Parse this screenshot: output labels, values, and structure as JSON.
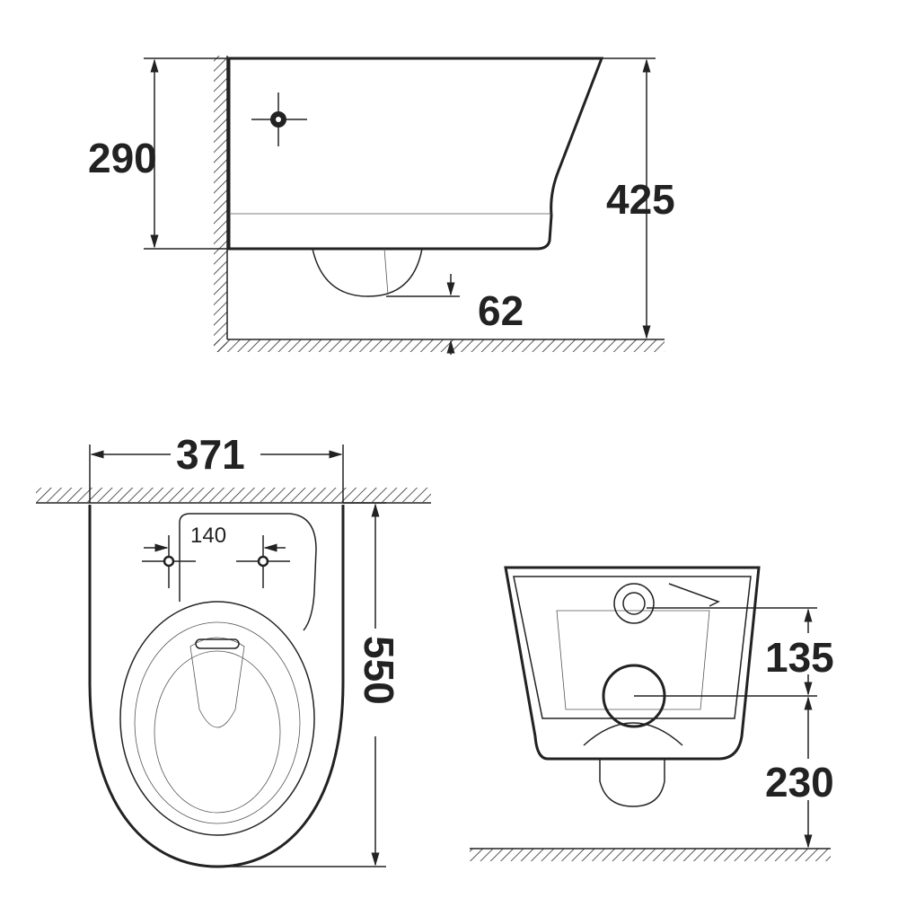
{
  "side_view": {
    "height_label": "290",
    "total_height_label": "425",
    "outlet_label": "62"
  },
  "top_view": {
    "width_label": "371",
    "hole_spacing_label": "140",
    "depth_label": "550"
  },
  "front_view": {
    "outlet_to_hole_label": "135",
    "outlet_height_label": "230"
  },
  "colors": {
    "line": "#222222",
    "background": "#ffffff"
  }
}
